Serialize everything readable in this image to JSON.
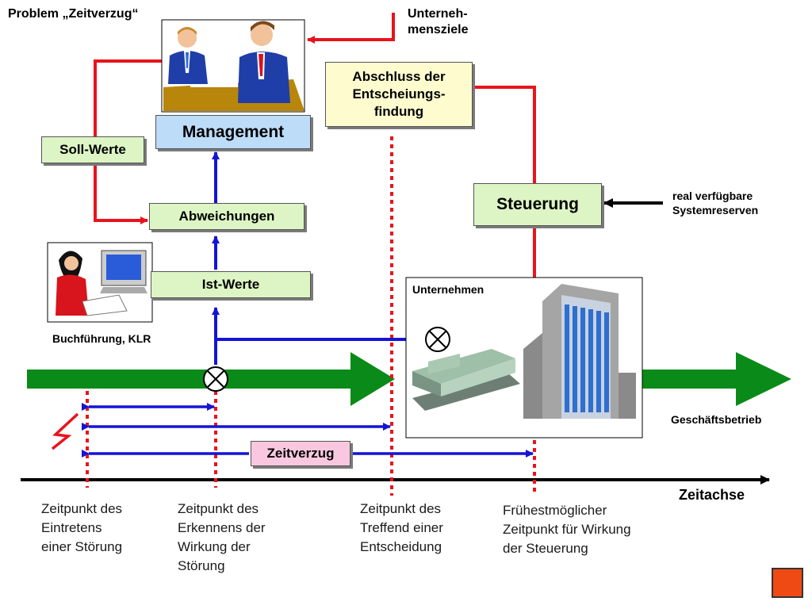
{
  "labels": {
    "problem": "Problem „Zeitverzug“",
    "unternehmensziele": "Unterneh-\nmensziele",
    "management": "Management",
    "abschluss": "Abschluss der\nEntscheiungs-\nfindung",
    "soll_werte": "Soll-Werte",
    "abweichungen": "Abweichungen",
    "ist_werte": "Ist-Werte",
    "steuerung": "Steuerung",
    "systemreserven": "real verfügbare\nSystemreserven",
    "buchfuehrung": "Buchführung, KLR",
    "unternehmen": "Unternehmen",
    "geschaeftsbetrieb": "Geschäftsbetrieb",
    "zeitverzug": "Zeitverzug",
    "zeitachse": "Zeitachse"
  },
  "timeline": [
    {
      "text": "Zeitpunkt des\nEintretens\neiner Störung"
    },
    {
      "text": "Zeitpunkt des\nErkennens der\nWirkung der\nStörung"
    },
    {
      "text": "Zeitpunkt des\nTreffend einer\nEntscheidung"
    },
    {
      "text": "Frühestmöglicher\nZeitpunkt für Wirkung\nder Steuerung"
    }
  ],
  "colors": {
    "red": "#e8141c",
    "blue": "#1414d6",
    "green": "#0a8a18",
    "black": "#000000",
    "corner": "#f04a14"
  },
  "icons": [
    "meeting-illustration-icon",
    "accountant-illustration-icon",
    "factory-building-icon",
    "lightning-icon",
    "junction-cross-icon"
  ]
}
